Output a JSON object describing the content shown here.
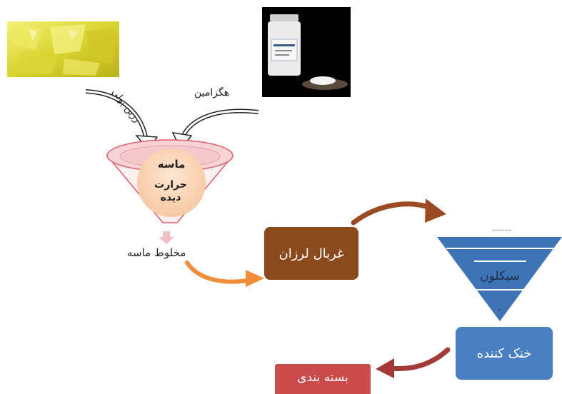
{
  "labels": {
    "resin": "رزین پولی",
    "hexamine": "هگزامین",
    "sand": "ماسه",
    "heated": "حرارت دیده",
    "mixture": "مخلوط ماسه",
    "vibrating_screen": "غربال لرزان",
    "cyclone": "سیکلون",
    "cyclone_top_dots": ".........",
    "cyclone_bottom_dot": ".",
    "cooler": "خنک کننده",
    "packaging": "بسته بندی"
  },
  "colors": {
    "funnel_outline": "#e05a6a",
    "sand_circle": "#f9d5b6",
    "screen_box": "#8b4a1e",
    "cyclone": "#3e74b5",
    "cooler_box": "#4a7fc1",
    "packaging_box": "#c94b4b",
    "arrow_orange": "#f08c3a",
    "arrow_brown": "#9c4a22",
    "arrow_red": "#a33a36"
  },
  "images": {
    "resin_photo": "yellow-resin-chunks",
    "hexamine_photo": "hexamine-bottle-powder"
  }
}
